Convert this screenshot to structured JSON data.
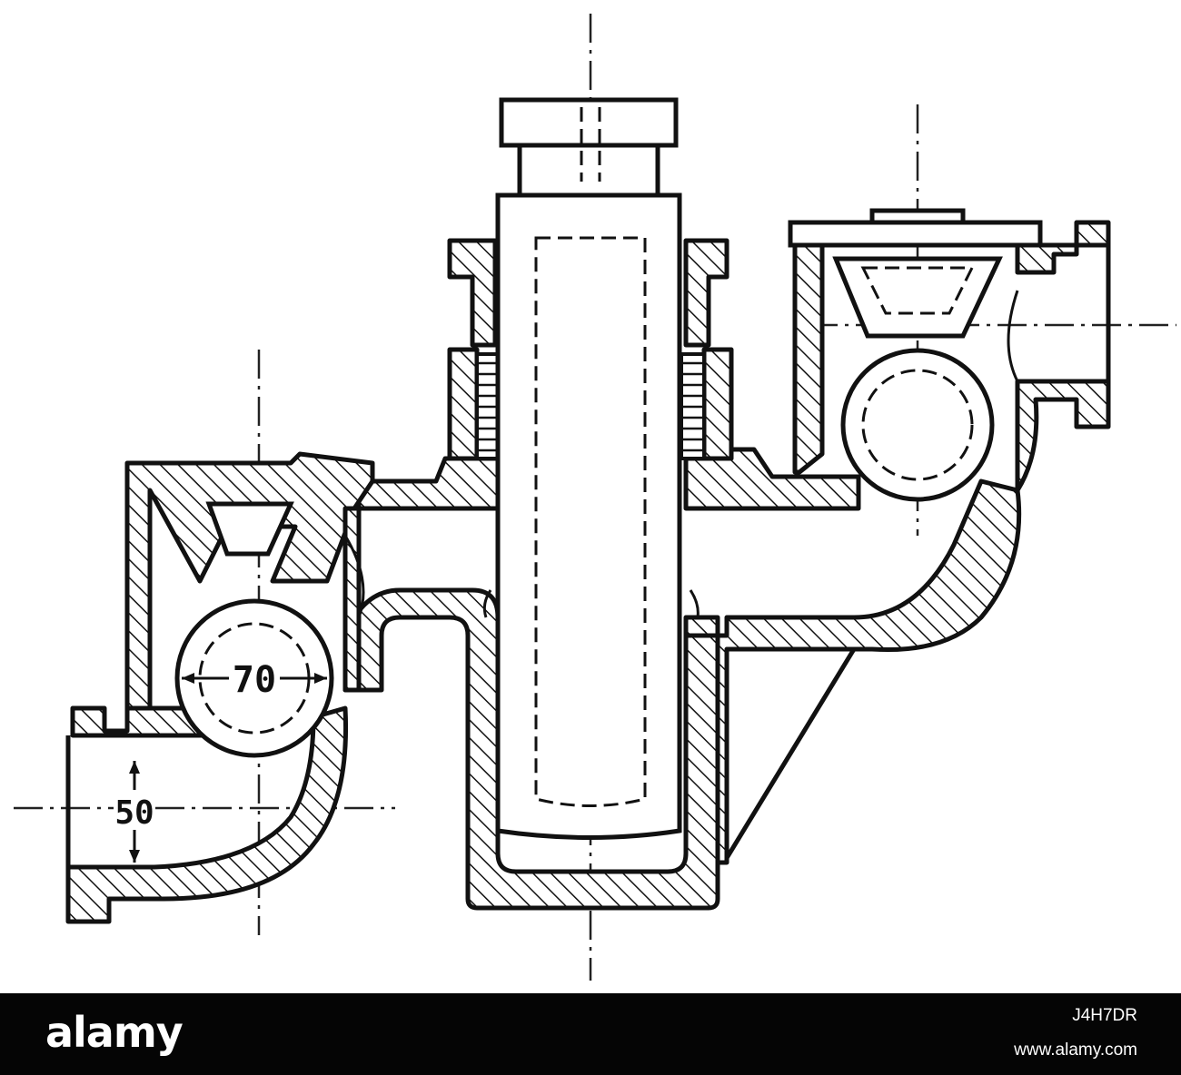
{
  "drawing": {
    "dimensions": [
      {
        "label": "70"
      },
      {
        "label": "50"
      }
    ]
  },
  "watermark": {
    "brand": "alamy",
    "image_id": "J4H7DR",
    "url": "www.alamy.com"
  }
}
